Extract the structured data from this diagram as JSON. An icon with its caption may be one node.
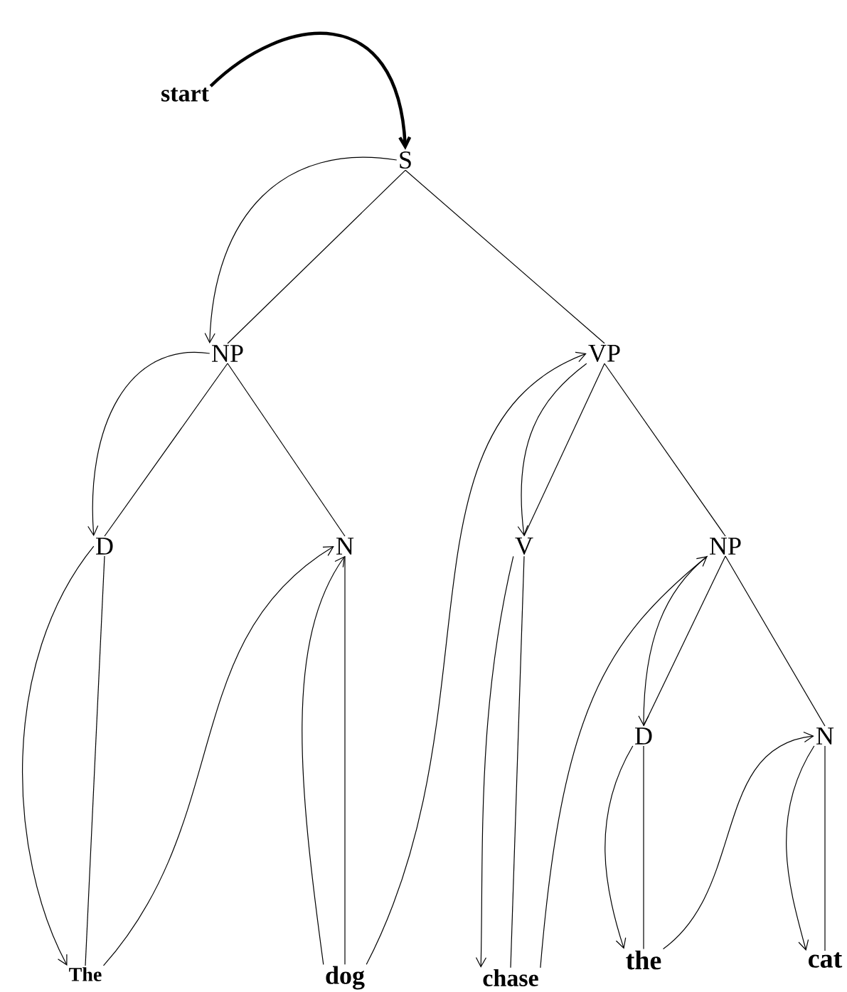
{
  "diagram": {
    "nodes": [
      {
        "text": [
          "start"
        ]
      },
      {
        "text": [
          "S"
        ]
      },
      {
        "text": [
          "NP"
        ]
      },
      {
        "text": [
          "VP"
        ]
      },
      {
        "text": [
          "D"
        ]
      },
      {
        "text": [
          "N"
        ]
      },
      {
        "text": [
          "V"
        ]
      },
      {
        "text": [
          "NP"
        ]
      },
      {
        "text": [
          "D"
        ]
      },
      {
        "text": [
          "N"
        ]
      },
      {
        "text": [
          "The"
        ]
      },
      {
        "text": [
          "dog"
        ]
      },
      {
        "text": [
          "chase"
        ]
      },
      {
        "text": [
          "the"
        ]
      },
      {
        "text": [
          "cat"
        ]
      }
    ],
    "edges": [
      {
        "from": 0,
        "to": 1,
        "arrow": "to",
        "style": "thick"
      },
      {
        "from": 1,
        "to": 2,
        "arrow": "none"
      },
      {
        "from": 1,
        "to": 3,
        "arrow": "none"
      },
      {
        "from": 2,
        "to": 4,
        "arrow": "none"
      },
      {
        "from": 2,
        "to": 5,
        "arrow": "none"
      },
      {
        "from": 3,
        "to": 6,
        "arrow": "none"
      },
      {
        "from": 3,
        "to": 7,
        "arrow": "none"
      },
      {
        "from": 7,
        "to": 8,
        "arrow": "none"
      },
      {
        "from": 7,
        "to": 9,
        "arrow": "none"
      },
      {
        "from": 4,
        "to": 10,
        "arrow": "none"
      },
      {
        "from": 5,
        "to": 11,
        "arrow": "none"
      },
      {
        "from": 6,
        "to": 12,
        "arrow": "none"
      },
      {
        "from": 8,
        "to": 13,
        "arrow": "none"
      },
      {
        "from": 9,
        "to": 14,
        "arrow": "none"
      },
      {
        "from": 1,
        "to": 2,
        "arrow": "to"
      },
      {
        "from": 2,
        "to": 4,
        "arrow": "to"
      },
      {
        "from": 4,
        "to": 10,
        "arrow": "to"
      },
      {
        "from": 10,
        "to": 5,
        "arrow": "to"
      },
      {
        "from": 11,
        "to": 5,
        "arrow": "to"
      },
      {
        "from": 11,
        "to": 3,
        "arrow": "to"
      },
      {
        "from": 3,
        "to": 6,
        "arrow": "to"
      },
      {
        "from": 6,
        "to": 12,
        "arrow": "to"
      },
      {
        "from": 12,
        "to": 7,
        "arrow": "to"
      },
      {
        "from": 7,
        "to": 8,
        "arrow": "to"
      },
      {
        "from": 8,
        "to": 13,
        "arrow": "to"
      },
      {
        "from": 13,
        "to": 9,
        "arrow": "to"
      },
      {
        "from": 9,
        "to": 14,
        "arrow": "to"
      }
    ]
  }
}
